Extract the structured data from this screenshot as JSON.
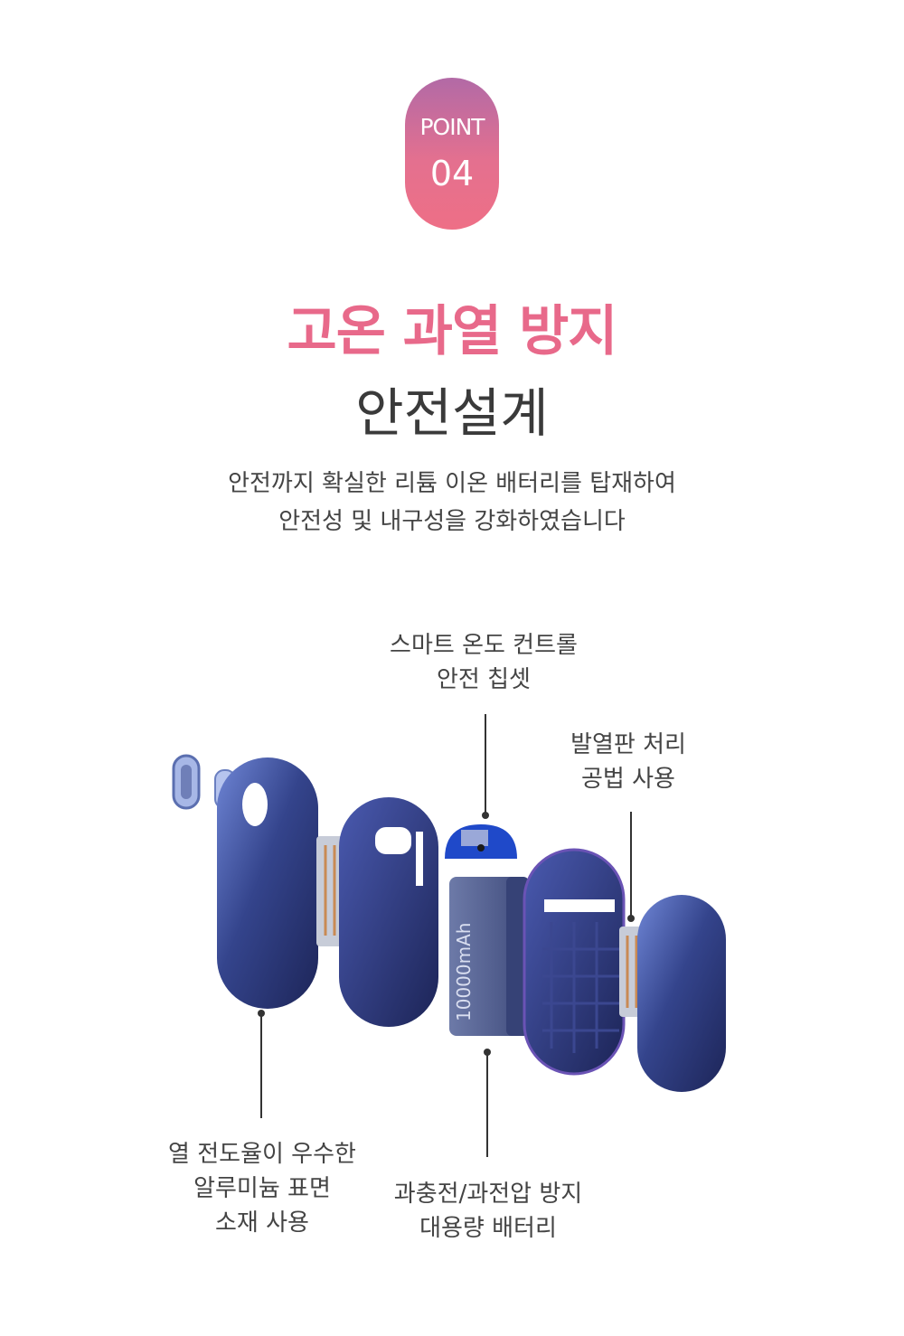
{
  "badge": {
    "label": "POINT",
    "number": "04"
  },
  "headline": "고온 과열 방지",
  "subheadline": "안전설계",
  "description": [
    "안전까지 확실한 리튬 이온 배터리를 탑재하여",
    "안전성 및 내구성을 강화하였습니다"
  ],
  "callouts": {
    "chipset": [
      "스마트 온도 컨트롤",
      "안전 칩셋"
    ],
    "heat_plate": [
      "발열판 처리",
      "공법 사용"
    ],
    "aluminum": [
      "열 전도율이 우수한",
      "알루미늄 표면",
      "소재 사용"
    ],
    "battery": [
      "과충전/과전압 방지",
      "대용량 배터리"
    ]
  },
  "battery_print": "10000mAh",
  "colors": {
    "accent": "#e8698a",
    "badge_top": "#b26aa6",
    "badge_bottom": "#ee6f86",
    "shell": "#2c3a78"
  }
}
